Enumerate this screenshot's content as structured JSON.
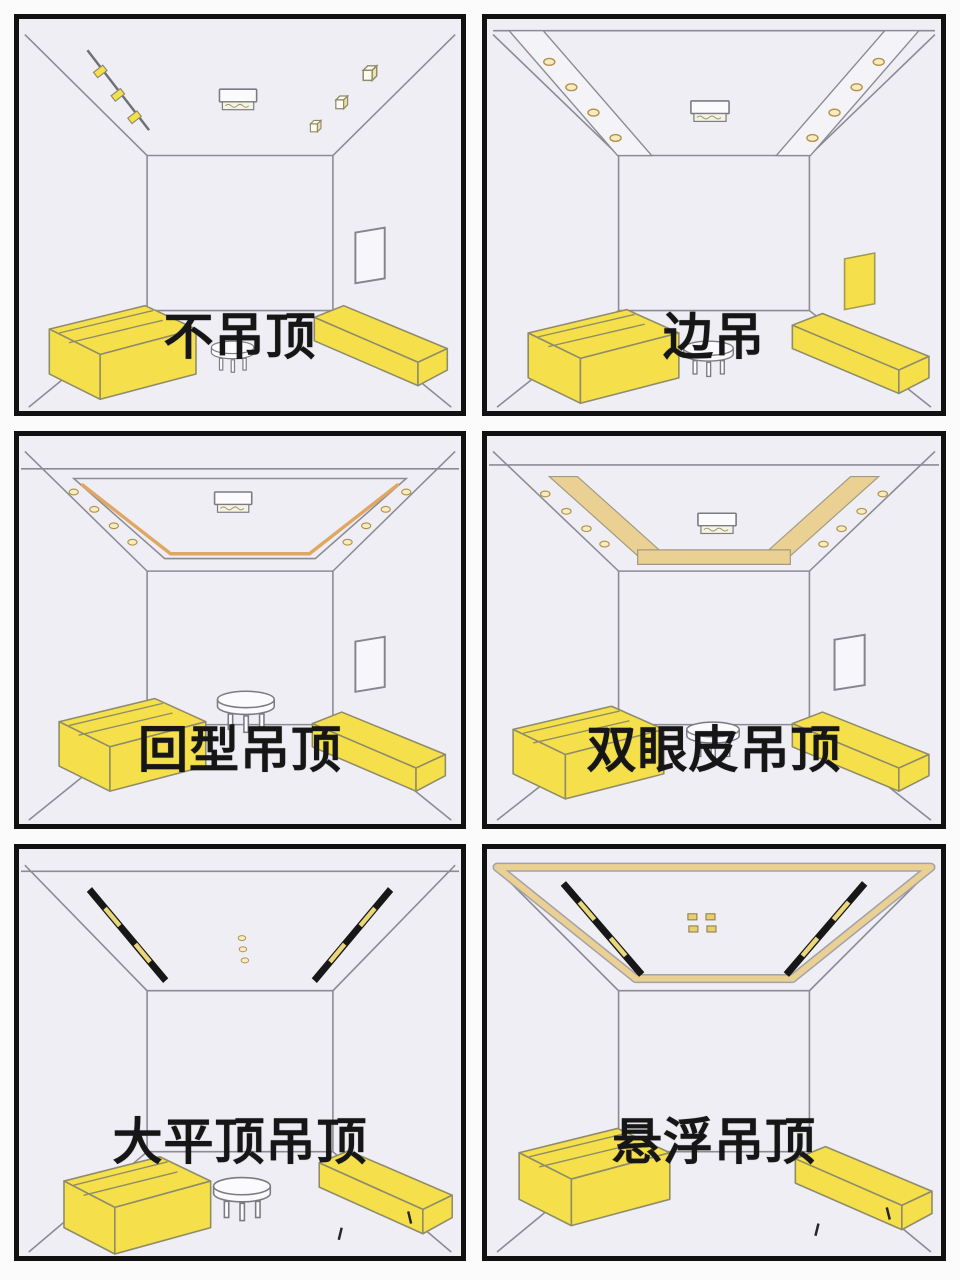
{
  "colors": {
    "page_bg": "#fbfbfc",
    "panel_bg": "#efeef4",
    "panel_border": "#111111",
    "line": "#8b8b93",
    "furniture_yellow": "#f5e04b",
    "furniture_outline": "#8f8c6a",
    "strip_tan": "#ead093",
    "strip_orange": "#dfa763",
    "track_black": "#171717",
    "track_yellow": "#e9d77a",
    "downlight_fill": "#f6ecc0",
    "downlight_stroke": "#b3914c",
    "label_color": "#161616"
  },
  "panels": [
    {
      "label": "不吊顶",
      "name": "no-suspended-ceiling",
      "lights": [
        "track-light",
        "flush-ceiling-lamp",
        "spot-cube-lights"
      ],
      "furniture": [
        "sofa",
        "stool",
        "tv-cabinet",
        "wall-frame"
      ]
    },
    {
      "label": "边吊",
      "name": "edge-suspended-ceiling",
      "lights": [
        "edge-band-downlights",
        "flush-ceiling-lamp"
      ],
      "furniture": [
        "sofa",
        "coffee-table",
        "tv-cabinet",
        "wall-tv"
      ]
    },
    {
      "label": "回型吊顶",
      "name": "ring-suspended-ceiling",
      "lights": [
        "perimeter-led-strip",
        "band-downlights",
        "flush-ceiling-lamp"
      ],
      "furniture": [
        "sofa",
        "coffee-table",
        "tv-cabinet",
        "wall-frame"
      ]
    },
    {
      "label": "双眼皮吊顶",
      "name": "double-eyelid-suspended-ceiling",
      "lights": [
        "double-layer-led-bands",
        "band-downlights",
        "flush-ceiling-lamp"
      ],
      "furniture": [
        "sofa",
        "coffee-table",
        "tv-cabinet",
        "wall-frame"
      ]
    },
    {
      "label": "大平顶吊顶",
      "name": "flat-suspended-ceiling",
      "lights": [
        "magnetic-track-lights",
        "recessed-downlights"
      ],
      "furniture": [
        "sofa",
        "coffee-table",
        "tv-cabinet"
      ]
    },
    {
      "label": "悬浮吊顶",
      "name": "floating-suspended-ceiling",
      "lights": [
        "perimeter-light-band",
        "magnetic-track-lights",
        "recessed-downlights"
      ],
      "furniture": [
        "sofa",
        "tv-cabinet"
      ]
    }
  ]
}
